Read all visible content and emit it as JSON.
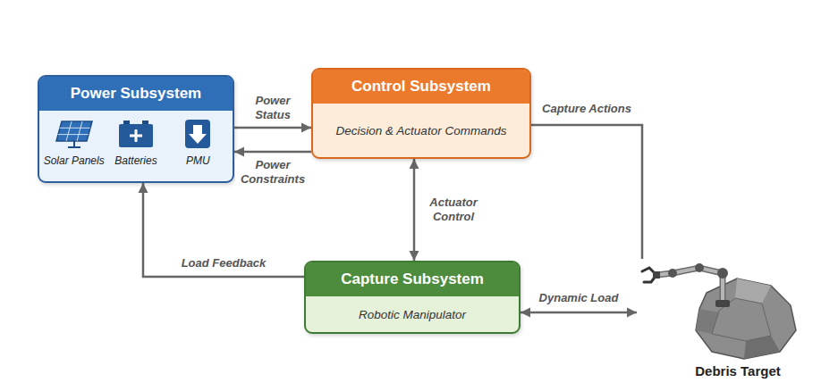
{
  "diagram": {
    "nodes": [
      {
        "text": [
          "Power Subsystem",
          "Solar Panels",
          "Batteries",
          "PMU"
        ]
      },
      {
        "text": [
          "Control Subsystem",
          "Decision & Actuator Commands"
        ]
      },
      {
        "text": [
          "Capture Subsystem",
          "Robotic Manipulator"
        ]
      },
      {
        "text": [
          "Debris Target"
        ]
      }
    ],
    "edges": [
      {
        "from": 0,
        "to": 1,
        "label": "Power Status",
        "arrow": "to"
      },
      {
        "from": 1,
        "to": 0,
        "label": "Power Constraints",
        "arrow": "to"
      },
      {
        "from": 1,
        "to": 2,
        "label": "Actuator Control",
        "arrow": "both"
      },
      {
        "from": 2,
        "to": 0,
        "label": "Load Feedback",
        "arrow": "to"
      },
      {
        "from": 1,
        "to": 3,
        "label": "Capture Actions",
        "arrow": "none"
      },
      {
        "from": 2,
        "to": 3,
        "label": "Dynamic Load",
        "arrow": "both"
      }
    ]
  }
}
